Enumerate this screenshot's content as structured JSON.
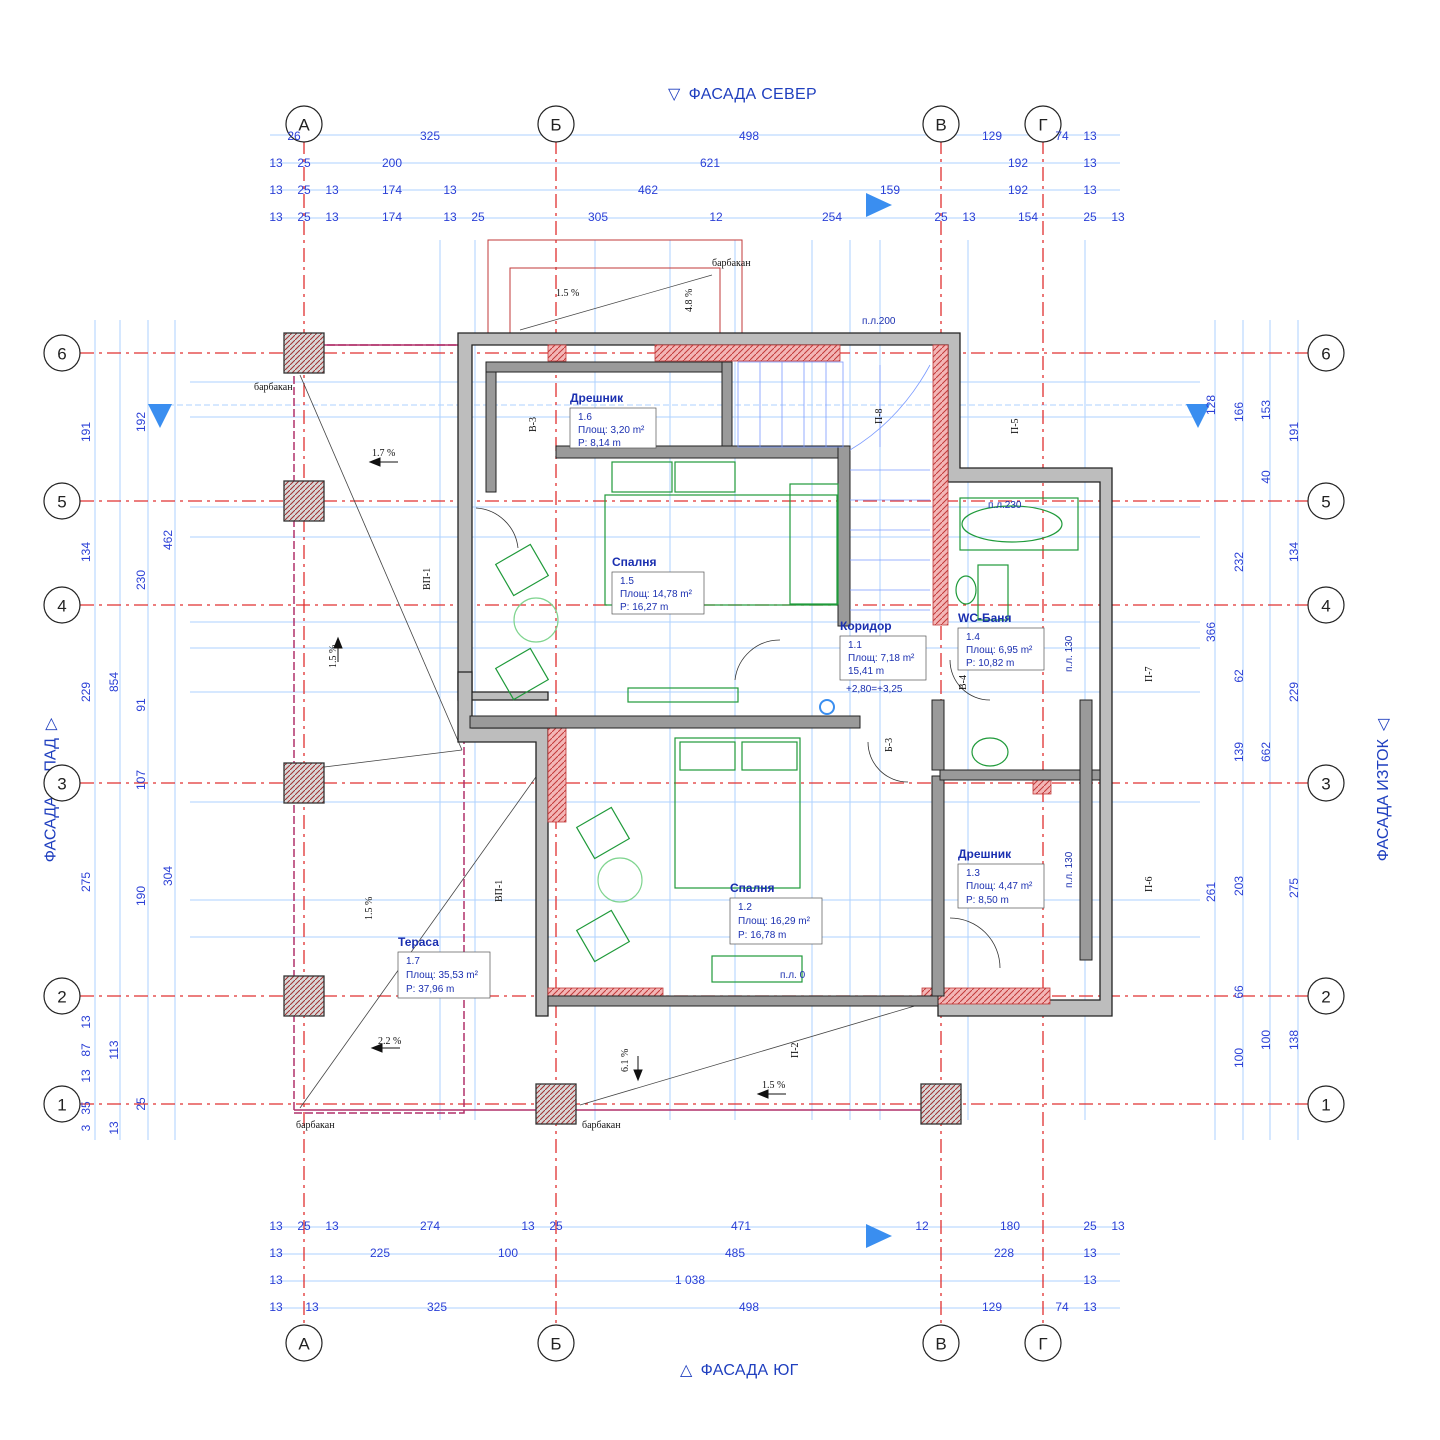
{
  "facades": {
    "north": "ФАСАДА СЕВЕР",
    "south": "ФАСАДА ЮГ",
    "west": "ФАСАДА ЗАПАД",
    "east": "ФАСАДА ИЗТОК"
  },
  "axes": {
    "columns": [
      "А",
      "Б",
      "В",
      "Г"
    ],
    "rows": [
      "6",
      "5",
      "4",
      "3",
      "2",
      "1"
    ]
  },
  "top_dimensions": [
    [
      "26",
      "325",
      "498",
      "129",
      "74",
      "13"
    ],
    [
      "13",
      "25",
      "200",
      "621",
      "192",
      "13"
    ],
    [
      "13",
      "25",
      "13",
      "174",
      "13",
      "462",
      "159",
      "192",
      "13"
    ],
    [
      "13",
      "25",
      "13",
      "174",
      "13",
      "25",
      "305",
      "12",
      "254",
      "25",
      "13",
      "154",
      "25",
      "13"
    ]
  ],
  "bottom_dimensions": [
    [
      "13",
      "25",
      "13",
      "274",
      "13",
      "25",
      "471",
      "12",
      "180",
      "25",
      "13"
    ],
    [
      "13",
      "225",
      "100",
      "485",
      "228",
      "13"
    ],
    [
      "13",
      "1 038",
      "13"
    ],
    [
      "13",
      "13",
      "325",
      "498",
      "129",
      "74",
      "13"
    ]
  ],
  "left_dimensions": {
    "outer": [
      "191",
      "134",
      "229",
      "275",
      "13",
      "87",
      "13",
      "35",
      "3"
    ],
    "inner": [
      "192",
      "462",
      "854",
      "230",
      "91",
      "107",
      "190",
      "304",
      "113",
      "13",
      "25"
    ]
  },
  "right_dimensions": {
    "outer": [
      "191",
      "134",
      "229",
      "275",
      "138",
      "100"
    ],
    "inner": [
      "128",
      "166",
      "153",
      "40",
      "232",
      "366",
      "62",
      "139",
      "662",
      "203",
      "261",
      "66",
      "100"
    ]
  },
  "rooms": [
    {
      "name": "Дрешник",
      "number": "1.6",
      "area_label": "Площ: 3,20 m²",
      "perimeter_label": "P: 8,14 m"
    },
    {
      "name": "Спалня",
      "number": "1.5",
      "area_label": "Площ: 14,78 m²",
      "perimeter_label": "P: 16,27 m"
    },
    {
      "name": "Коридор",
      "number": "1.1",
      "area_label": "Площ: 7,18 m²",
      "perimeter_label": "15,41 m"
    },
    {
      "name": "WC-Баня",
      "number": "1.4",
      "area_label": "Площ: 6,95 m²",
      "perimeter_label": "P: 10,82 m"
    },
    {
      "name": "Дрешник",
      "number": "1.3",
      "area_label": "Площ: 4,47 m²",
      "perimeter_label": "P: 8,50 m"
    },
    {
      "name": "Спалня",
      "number": "1.2",
      "area_label": "Площ: 16,29 m²",
      "perimeter_label": "P: 16,78 m"
    },
    {
      "name": "Тераса",
      "number": "1.7",
      "area_label": "Площ: 35,53 m²",
      "perimeter_label": "P: 37,96 m"
    }
  ],
  "notes": {
    "downpipe": "барбакан",
    "floor_level": "п.л. 0",
    "floor_level_200": "п.л.200",
    "floor_level_230": "п.л.230",
    "floor_level_130": "п.л. 130",
    "level_mark": "+2,80=+3,25",
    "slopes": [
      "1.5 %",
      "4.8 %",
      "1.7 %",
      "1.5 %",
      "1.5 %",
      "2.2 %",
      "6.1 %",
      "1.5 %"
    ],
    "openings": [
      "В-3",
      "П-8",
      "П-5",
      "П-7",
      "П-6",
      "П-2",
      "В-4",
      "ВП-1",
      "Б-3"
    ]
  },
  "colors": {
    "axis_line": "#e03030",
    "dimension": "#2a3fd6",
    "wall_fill": "#bdbdbd",
    "column_fill": "#e87b7b",
    "furniture": "#1f9a3a",
    "grid_blue": "#6aa8ff"
  }
}
